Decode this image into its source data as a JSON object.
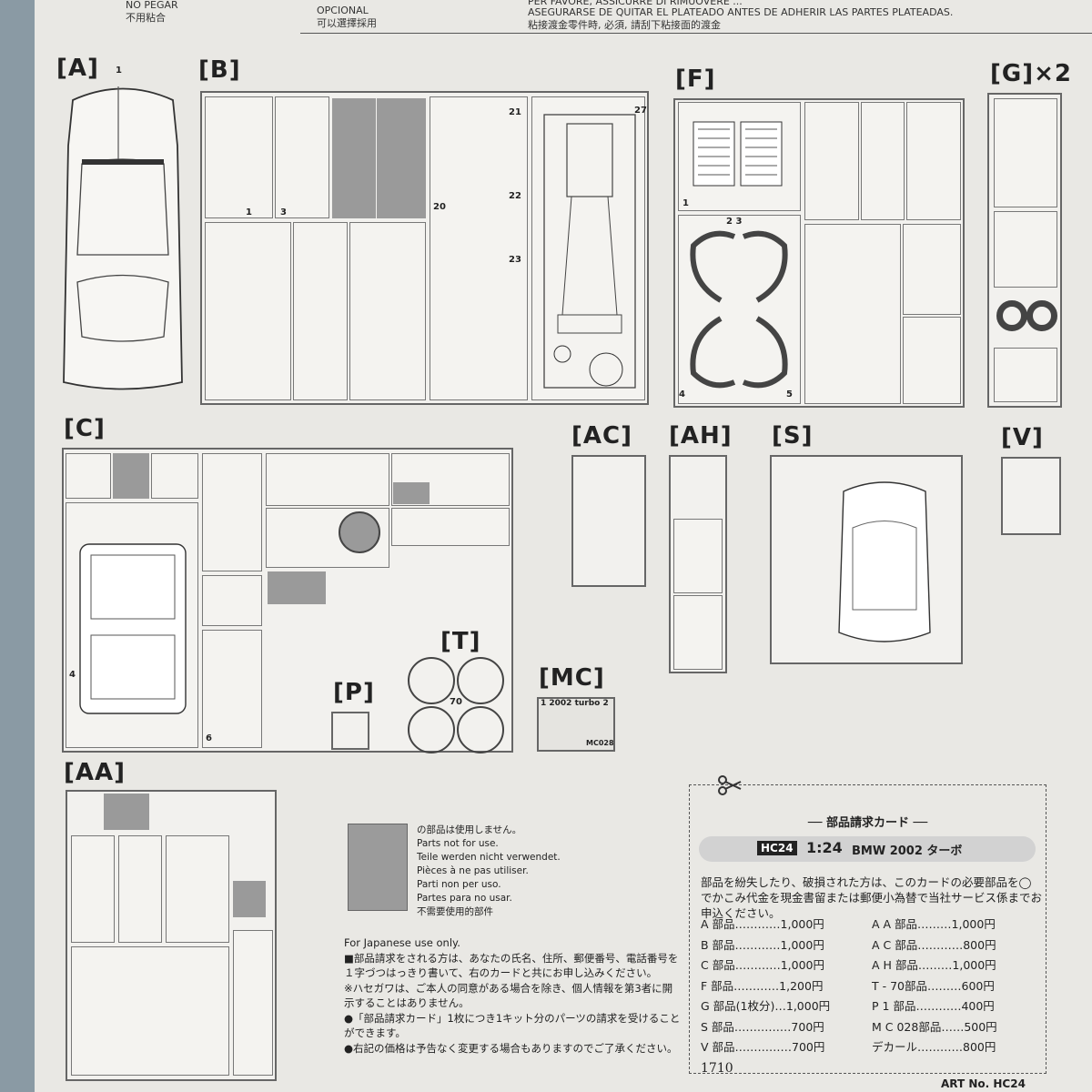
{
  "header": {
    "left_top": "NO PEGAR",
    "left_bottom": "不用粘合",
    "mid_top": "OPCIONAL",
    "mid_bottom": "可以選擇採用",
    "right_1": "PER FAVORE, ASSICURRE DI RIMUOVERE ...",
    "right_2": "ASEGURARSE DE QUITAR EL PLATEADO ANTES DE ADHERIR LAS PARTES PLATEADAS.",
    "right_3": "粘接渡金零件時, 必須, 請刮下粘接面的渡金"
  },
  "sprues": {
    "A": "[A]",
    "B": "[B]",
    "F": "[F]",
    "G": "[G]×2",
    "C": "[C]",
    "AC": "[AC]",
    "AH": "[AH]",
    "S": "[S]",
    "V": "[V]",
    "T": "[T]",
    "P": "[P]",
    "MC": "[MC]",
    "AA": "[AA]"
  },
  "tire_number": "70",
  "decal": {
    "row1": "1 2002 turbo 2",
    "code": "MC028"
  },
  "legend": {
    "jp": "の部品は使用しません。",
    "en": "Parts not for use.",
    "de": "Teile werden nicht verwendet.",
    "fr": "Pièces à ne pas utiliser.",
    "it": "Parti non per uso.",
    "es": "Partes para no usar.",
    "zh": "不需要使用的部件"
  },
  "notes": {
    "title": "For Japanese use only.",
    "n1": "■部品請求をされる方は、あなたの氏名、住所、郵便番号、電話番号を１字づつはっきり書いて、右のカードと共にお申し込みください。",
    "n2": "※ハセガワは、ご本人の同意がある場合を除き、個人情報を第3者に開示することはありません。",
    "n3": "●「部品請求カード」1枚につき1キット分のパーツの請求を受けることができます。",
    "n4": "●右記の価格は予告なく変更する場合もありますのでご了承ください。"
  },
  "card": {
    "title": "── 部品請求カード ──",
    "code": "HC24",
    "scale": "1:24",
    "name": "BMW 2002 ターボ",
    "desc": "部品を紛失したり、破損された方は、このカードの必要部品を◯でかこみ代金を現金書留または郵便小為替で当社サービス係までお申込ください。",
    "prices_left": [
      "A 部品…………1,000円",
      "B 部品…………1,000円",
      "C 部品…………1,000円",
      "F 部品…………1,200円",
      "G 部品(1枚分)…1,000円",
      "S 部品……………700円",
      "V 部品……………700円"
    ],
    "prices_right": [
      "A A 部品………1,000円",
      "A C 部品…………800円",
      "A H 部品………1,000円",
      "T - 70部品………600円",
      "P 1 部品…………400円",
      "M C 028部品……500円",
      "デカール…………800円"
    ]
  },
  "footer": {
    "code": "1710",
    "art": "ART No. HC24"
  }
}
